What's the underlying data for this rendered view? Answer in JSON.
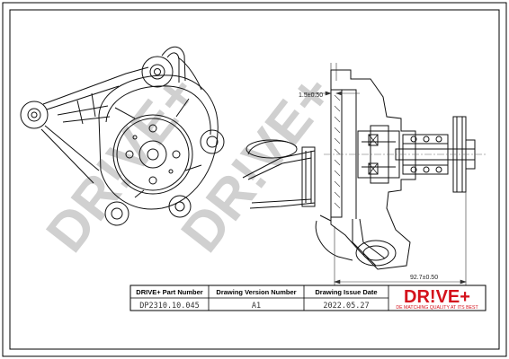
{
  "watermark": "DR!VE+",
  "dimensions": {
    "top": "1.5±0.50",
    "bottom": "92.7±0.50"
  },
  "title_block": {
    "headers": [
      "DRIVE+ Part Number",
      "Drawing Version Number",
      "Drawing Issue Date"
    ],
    "values": [
      "DP2310.10.045",
      "A1",
      "2022.05.27"
    ]
  },
  "logo": {
    "main": "DR!VE+",
    "tagline": "DE MATCHING QUALITY AT ITS BEST"
  }
}
